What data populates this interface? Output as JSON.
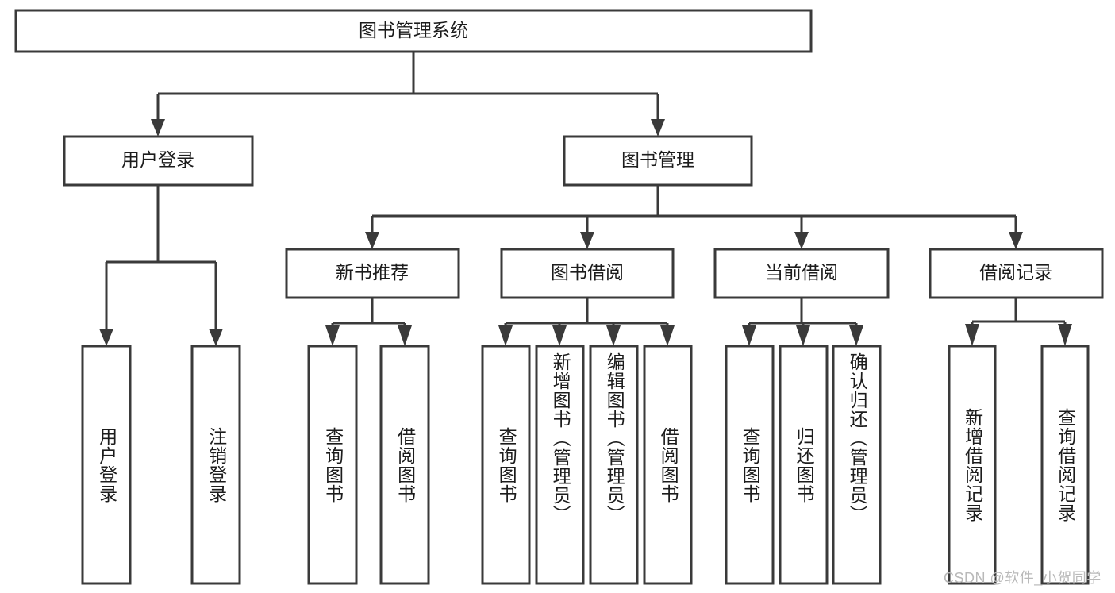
{
  "diagram": {
    "type": "tree-hierarchy",
    "orientation": "top-down",
    "root": {
      "id": "root",
      "label": "图书管理系统"
    },
    "level2": [
      {
        "id": "user-login",
        "label": "用户登录"
      },
      {
        "id": "book-manage",
        "label": "图书管理"
      }
    ],
    "level3": [
      {
        "id": "new-book-rec",
        "label": "新书推荐",
        "parent": "book-manage"
      },
      {
        "id": "book-borrow",
        "label": "图书借阅",
        "parent": "book-manage"
      },
      {
        "id": "current-borrow",
        "label": "当前借阅",
        "parent": "book-manage"
      },
      {
        "id": "borrow-record",
        "label": "借阅记录",
        "parent": "book-manage"
      }
    ],
    "leaves": [
      {
        "id": "leaf-user-login",
        "label": "用户登录",
        "parent": "user-login"
      },
      {
        "id": "leaf-user-logout",
        "label": "注销登录",
        "parent": "user-login"
      },
      {
        "id": "leaf-query-book-1",
        "label": "查询图书",
        "parent": "new-book-rec"
      },
      {
        "id": "leaf-borrow-book-1",
        "label": "借阅图书",
        "parent": "new-book-rec"
      },
      {
        "id": "leaf-query-book-2",
        "label": "查询图书",
        "parent": "book-borrow"
      },
      {
        "id": "leaf-add-book",
        "label": "新增图书（管理员）",
        "parent": "book-borrow"
      },
      {
        "id": "leaf-edit-book",
        "label": "编辑图书（管理员）",
        "parent": "book-borrow"
      },
      {
        "id": "leaf-borrow-book-2",
        "label": "借阅图书",
        "parent": "book-borrow"
      },
      {
        "id": "leaf-query-book-3",
        "label": "查询图书",
        "parent": "current-borrow"
      },
      {
        "id": "leaf-return-book",
        "label": "归还图书",
        "parent": "current-borrow"
      },
      {
        "id": "leaf-confirm-return",
        "label": "确认归还（管理员）",
        "parent": "current-borrow"
      },
      {
        "id": "leaf-add-record",
        "label": "新增借阅记录",
        "parent": "borrow-record"
      },
      {
        "id": "leaf-query-record",
        "label": "查询借阅记录",
        "parent": "borrow-record"
      }
    ]
  },
  "watermark": {
    "text": "CSDN @软件_小贺同学"
  },
  "colors": {
    "stroke": "#3a3a3a",
    "fill": "#ffffff",
    "text": "#1c1c1c",
    "watermark": "#b9b9b9",
    "background": "#ffffff"
  }
}
